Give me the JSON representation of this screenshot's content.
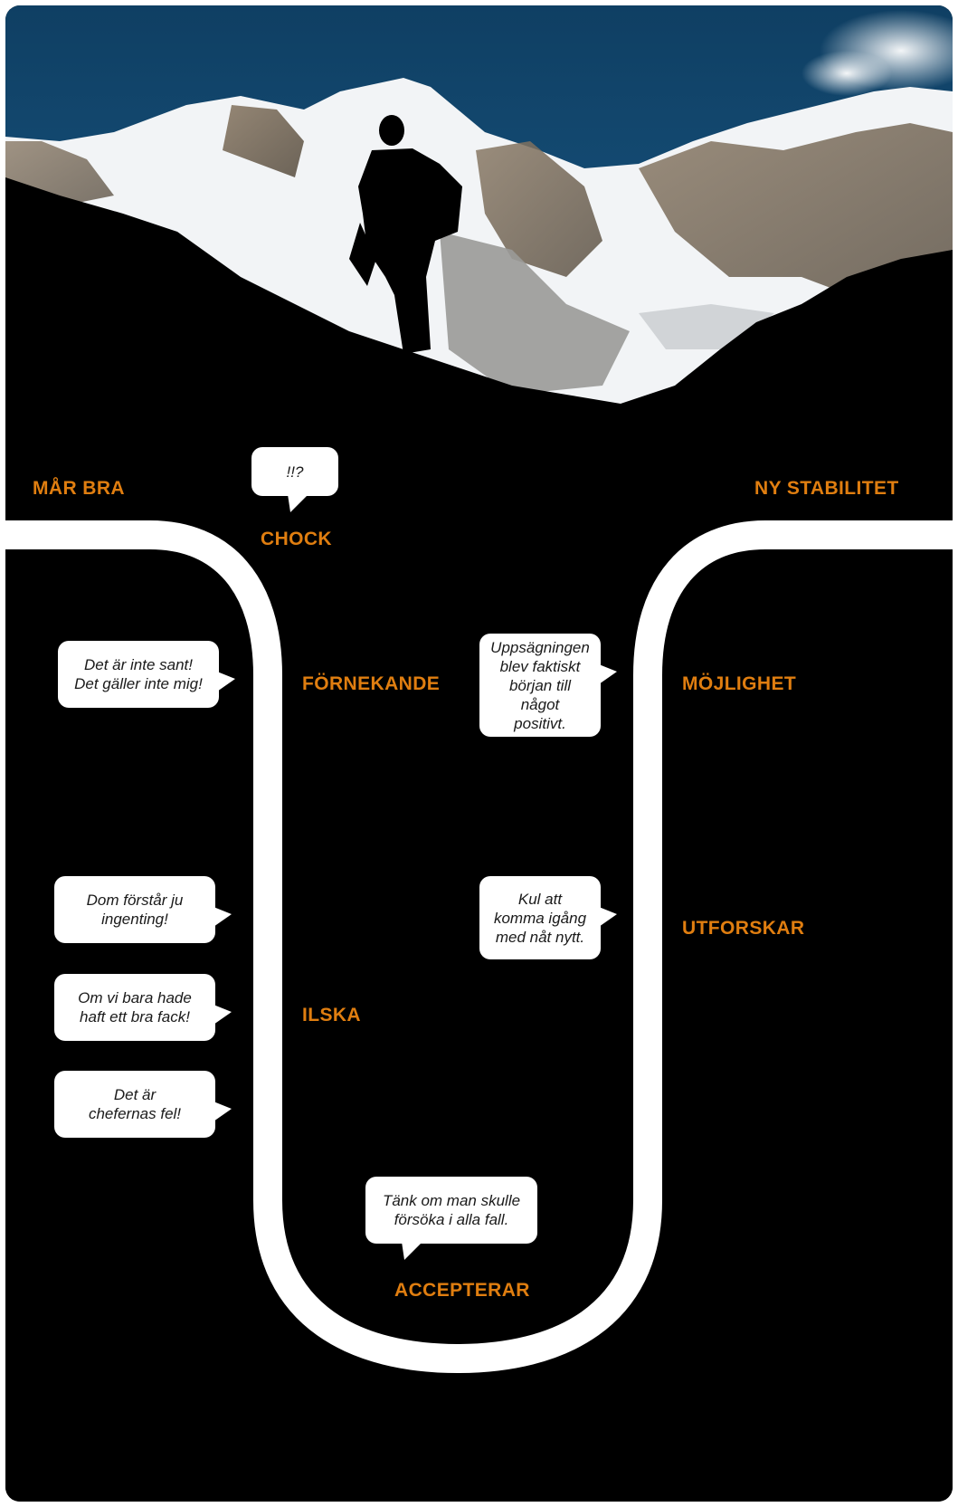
{
  "colors": {
    "accent": "#e07e10",
    "bubble": "#ffffff",
    "background": "#000000",
    "path": "#ffffff"
  },
  "stages": {
    "mar_bra": "MÅR BRA",
    "chock": "CHOCK",
    "fornekande": "FÖRNEKANDE",
    "ilska": "ILSKA",
    "accepterar": "ACCEPTERAR",
    "utforskar": "UTFORSKAR",
    "mojlighet": "MÖJLIGHET",
    "ny_stabilitet": "NY STABILITET"
  },
  "bubbles": {
    "chock": "!!?",
    "fornekande": "Det är inte sant!\nDet gäller inte mig!",
    "ilska_1": "Dom förstår ju\ningenting!",
    "ilska_2": "Om vi bara hade\nhaft ett bra fack!",
    "ilska_3": "Det är\nchefernas fel!",
    "accepterar": "Tänk om man skulle\nförsöka i alla fall.",
    "utforskar": "Kul att\nkomma igång\nmed nåt nytt.",
    "mojlighet": "Uppsägningen\nblev faktiskt\nbörjan till något\npositivt."
  }
}
